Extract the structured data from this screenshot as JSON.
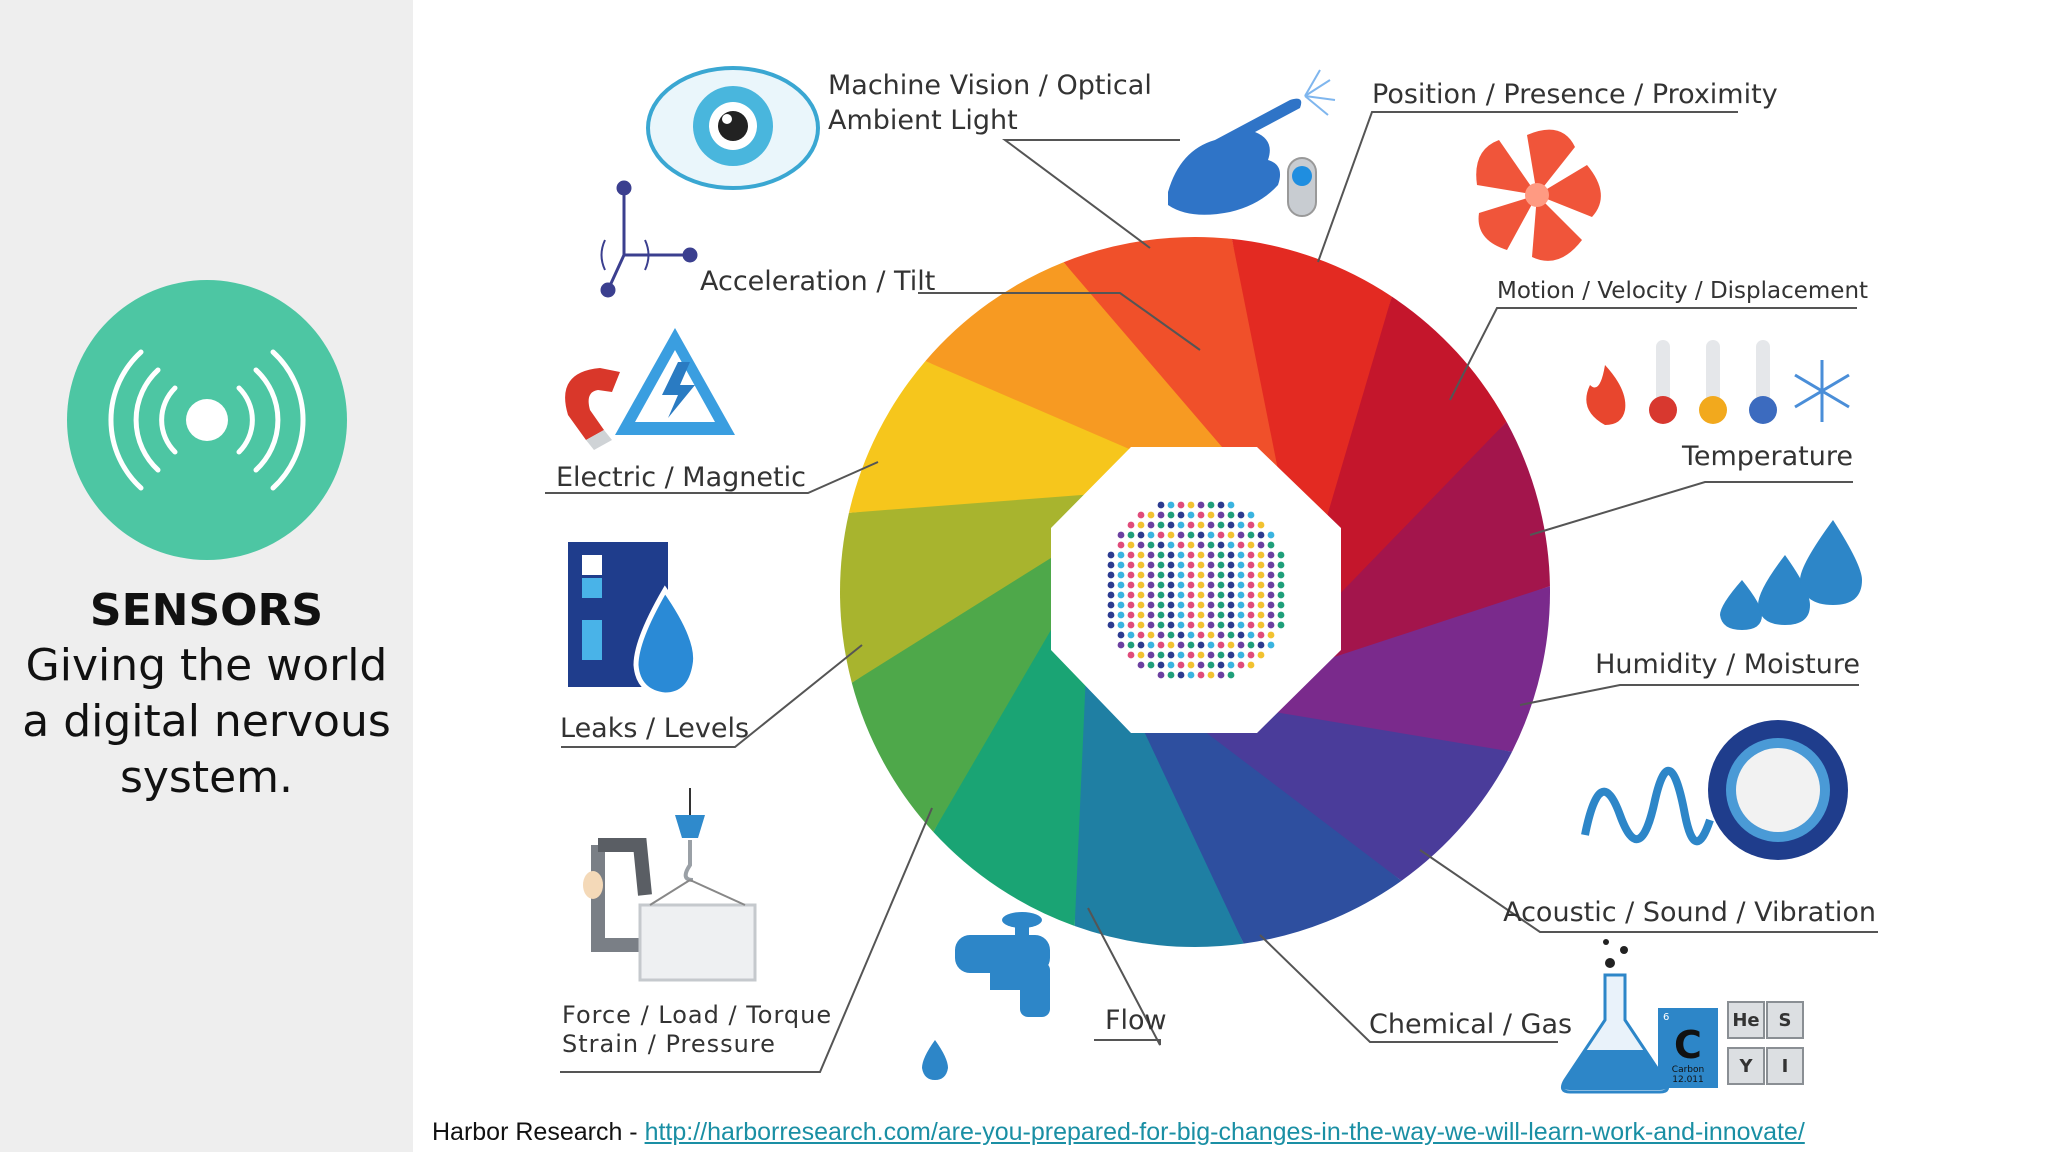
{
  "sidebar": {
    "title": "SENSORS",
    "lines": [
      "Giving the world",
      "a digital nervous",
      "system."
    ],
    "colors": {
      "background": "#eeeeee",
      "badge": "#4dc6a3"
    },
    "badge_icon": "broadcast-signal-icon"
  },
  "diagram": {
    "labels": {
      "machine_vision": [
        "Machine Vision / Optical",
        "Ambient Light"
      ],
      "position": "Position / Presence / Proximity",
      "acceleration": "Acceleration / Tilt",
      "motion": "Motion / Velocity / Displacement",
      "electric": "Electric / Magnetic",
      "temperature": "Temperature",
      "leaks": "Leaks / Levels",
      "humidity": "Humidity / Moisture",
      "force": [
        "Force / Load / Torque",
        "Strain / Pressure"
      ],
      "acoustic": "Acoustic / Sound / Vibration",
      "flow": "Flow",
      "chemical": "Chemical / Gas"
    },
    "element_tiles": [
      "He",
      "S",
      "Y",
      "I"
    ],
    "carbon_tile": {
      "symbol": "C",
      "number": "6",
      "name": "Carbon",
      "mass": "12.011"
    },
    "wheel_colors": [
      "#f0502a",
      "#e32a22",
      "#c4162c",
      "#a3154c",
      "#7a2a8c",
      "#4a3c9a",
      "#2e4f9f",
      "#1f7fa3",
      "#1aa474",
      "#4ea84a",
      "#a8b42e",
      "#f6c61c",
      "#f79a22"
    ]
  },
  "citation": {
    "source": "Harbor Research - ",
    "url": "http://harborresearch.com/are-you-prepared-for-big-changes-in-the-way-we-will-learn-work-and-innovate/"
  }
}
